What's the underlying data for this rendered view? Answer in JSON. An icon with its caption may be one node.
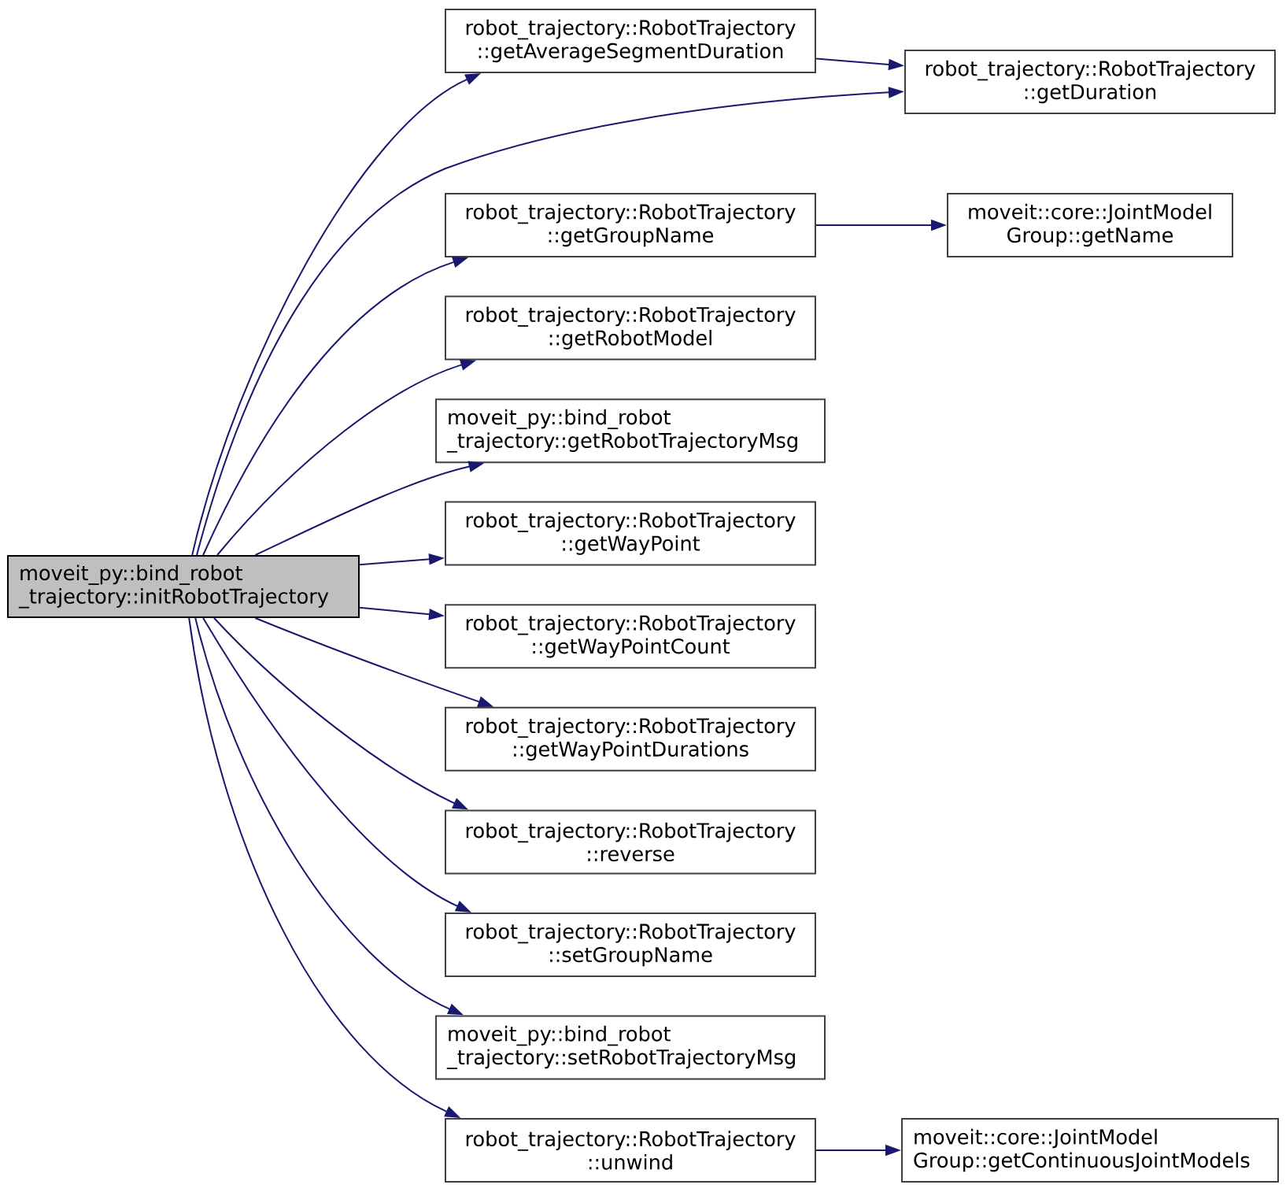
{
  "diagram": {
    "nodes": [
      {
        "text": [
          "moveit_py::bind_robot _trajectory::initRobotTrajectory"
        ]
      },
      {
        "text": [
          "robot_trajectory::RobotTrajectory ::getAverageSegmentDuration"
        ]
      },
      {
        "text": [
          "robot_trajectory::RobotTrajectory ::getDuration"
        ]
      },
      {
        "text": [
          "robot_trajectory::RobotTrajectory ::getGroupName"
        ]
      },
      {
        "text": [
          "moveit::core::JointModel Group::getName"
        ]
      },
      {
        "text": [
          "robot_trajectory::RobotTrajectory ::getRobotModel"
        ]
      },
      {
        "text": [
          "moveit_py::bind_robot _trajectory::getRobotTrajectoryMsg"
        ]
      },
      {
        "text": [
          "robot_trajectory::RobotTrajectory ::getWayPoint"
        ]
      },
      {
        "text": [
          "robot_trajectory::RobotTrajectory ::getWayPointCount"
        ]
      },
      {
        "text": [
          "robot_trajectory::RobotTrajectory ::getWayPointDurations"
        ]
      },
      {
        "text": [
          "robot_trajectory::RobotTrajectory ::reverse"
        ]
      },
      {
        "text": [
          "robot_trajectory::RobotTrajectory ::setGroupName"
        ]
      },
      {
        "text": [
          "moveit_py::bind_robot _trajectory::setRobotTrajectoryMsg"
        ]
      },
      {
        "text": [
          "robot_trajectory::RobotTrajectory ::unwind"
        ]
      },
      {
        "text": [
          "moveit::core::JointModel Group::getContinuousJointModels"
        ]
      }
    ],
    "edges": [
      {
        "from": 0,
        "to": 1,
        "arrow": "to"
      },
      {
        "from": 0,
        "to": 2,
        "arrow": "to"
      },
      {
        "from": 0,
        "to": 3,
        "arrow": "to"
      },
      {
        "from": 0,
        "to": 5,
        "arrow": "to"
      },
      {
        "from": 0,
        "to": 6,
        "arrow": "to"
      },
      {
        "from": 0,
        "to": 7,
        "arrow": "to"
      },
      {
        "from": 0,
        "to": 8,
        "arrow": "to"
      },
      {
        "from": 0,
        "to": 9,
        "arrow": "to"
      },
      {
        "from": 0,
        "to": 10,
        "arrow": "to"
      },
      {
        "from": 0,
        "to": 11,
        "arrow": "to"
      },
      {
        "from": 0,
        "to": 12,
        "arrow": "to"
      },
      {
        "from": 0,
        "to": 13,
        "arrow": "to"
      },
      {
        "from": 1,
        "to": 2,
        "arrow": "to"
      },
      {
        "from": 3,
        "to": 4,
        "arrow": "to"
      },
      {
        "from": 13,
        "to": 14,
        "arrow": "to"
      }
    ]
  }
}
